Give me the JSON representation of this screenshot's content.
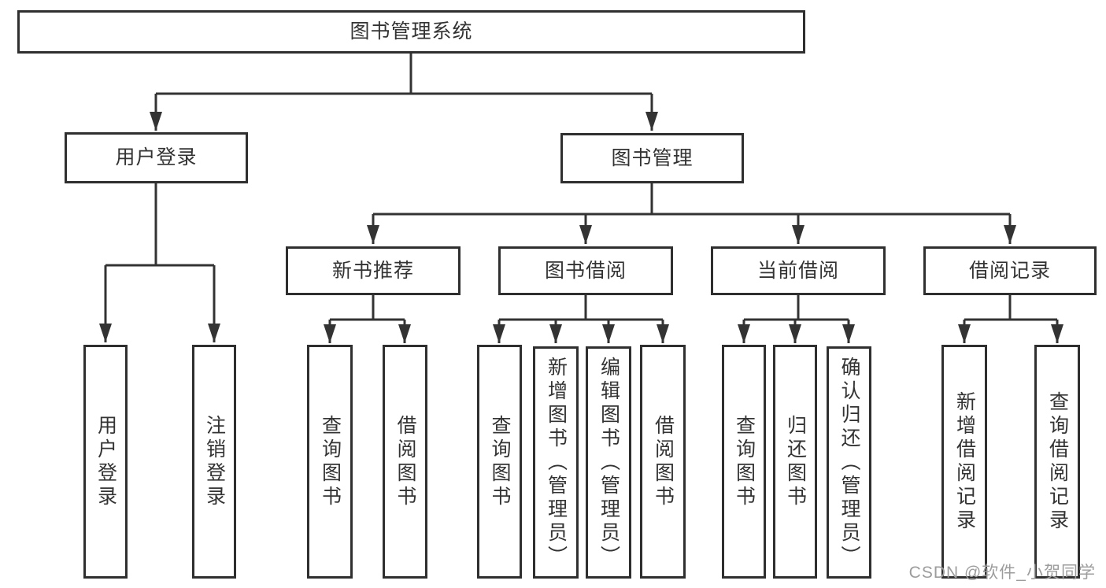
{
  "title": "图书管理系统",
  "colors": {
    "background": "#ffffff",
    "line": "#333333",
    "border": "#2f2f2f",
    "text": "#333333",
    "watermark_text": "#9c9c9c"
  },
  "watermark": "CSDN @软件_小贺同学",
  "chart_type": "hierarchy-diagram",
  "tree": {
    "label": "图书管理系统",
    "children": [
      {
        "label": "用户登录",
        "children": [
          {
            "label": "用户登录"
          },
          {
            "label": "注销登录"
          }
        ]
      },
      {
        "label": "图书管理",
        "children": [
          {
            "label": "新书推荐",
            "children": [
              {
                "label": "查询图书"
              },
              {
                "label": "借阅图书"
              }
            ]
          },
          {
            "label": "图书借阅",
            "children": [
              {
                "label": "查询图书"
              },
              {
                "label": "新增图书（管理员）"
              },
              {
                "label": "编辑图书（管理员）"
              },
              {
                "label": "借阅图书"
              }
            ]
          },
          {
            "label": "当前借阅",
            "children": [
              {
                "label": "查询图书"
              },
              {
                "label": "归还图书"
              },
              {
                "label": "确认归还（管理员）"
              }
            ]
          },
          {
            "label": "借阅记录",
            "children": [
              {
                "label": "新增借阅记录"
              },
              {
                "label": "查询借阅记录"
              }
            ]
          }
        ]
      }
    ]
  }
}
